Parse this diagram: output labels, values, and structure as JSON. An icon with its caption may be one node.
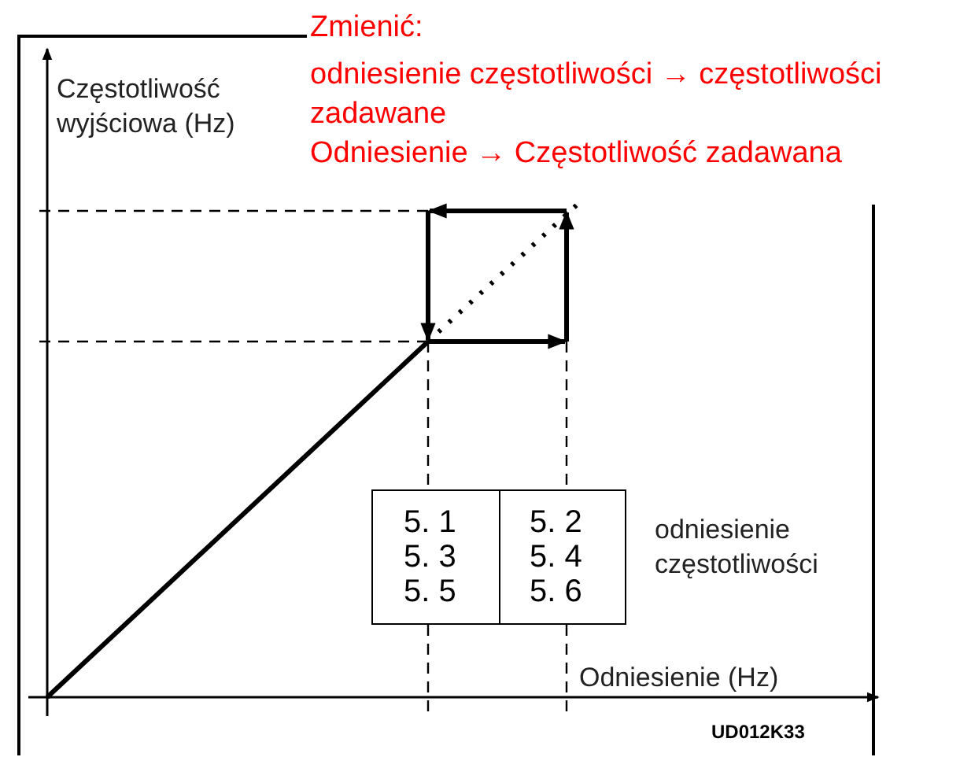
{
  "diagram": {
    "nodes": [
      {
        "text": [
          "5. 1 5. 3 5. 5"
        ]
      },
      {
        "text": [
          "5. 2 5. 4 5. 6"
        ]
      }
    ],
    "labels": [
      "Zmienić:",
      "odniesienie częstotliwości → częstotliwości zadawane",
      "Odniesienie → Częstotliwość zadawana",
      "Częstotliwość wyjściowa (Hz)",
      "odniesienie częstotliwości",
      "Odniesienie (Hz)",
      "UD012K33"
    ]
  }
}
